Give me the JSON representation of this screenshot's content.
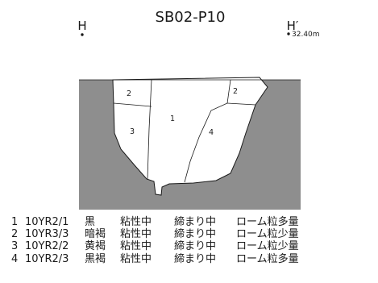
{
  "title": "SB02-P10",
  "markers": {
    "left_label": "H",
    "right_label": "H′",
    "right_elevation": "32.40m"
  },
  "section_layers": [
    "2",
    "3",
    "1",
    "4",
    "2"
  ],
  "colors": {
    "ground_fill": "#8e8e8e",
    "line": "#1a1a1a",
    "pit_fill": "#ffffff"
  },
  "legend": [
    {
      "num": "1",
      "code": "10YR2/1",
      "color": "黒",
      "viscosity": "粘性中",
      "compaction": "締まり中",
      "inclusion": "ローム粒多量"
    },
    {
      "num": "2",
      "code": "10YR3/3",
      "color": "暗褐",
      "viscosity": "粘性中",
      "compaction": "締まり中",
      "inclusion": "ローム粒少量"
    },
    {
      "num": "3",
      "code": "10YR2/2",
      "color": "黄褐",
      "viscosity": "粘性中",
      "compaction": "締まり中",
      "inclusion": "ローム粒少量"
    },
    {
      "num": "4",
      "code": "10YR2/3",
      "color": "黒褐",
      "viscosity": "粘性中",
      "compaction": "締まり中",
      "inclusion": "ローム粒多量"
    }
  ]
}
